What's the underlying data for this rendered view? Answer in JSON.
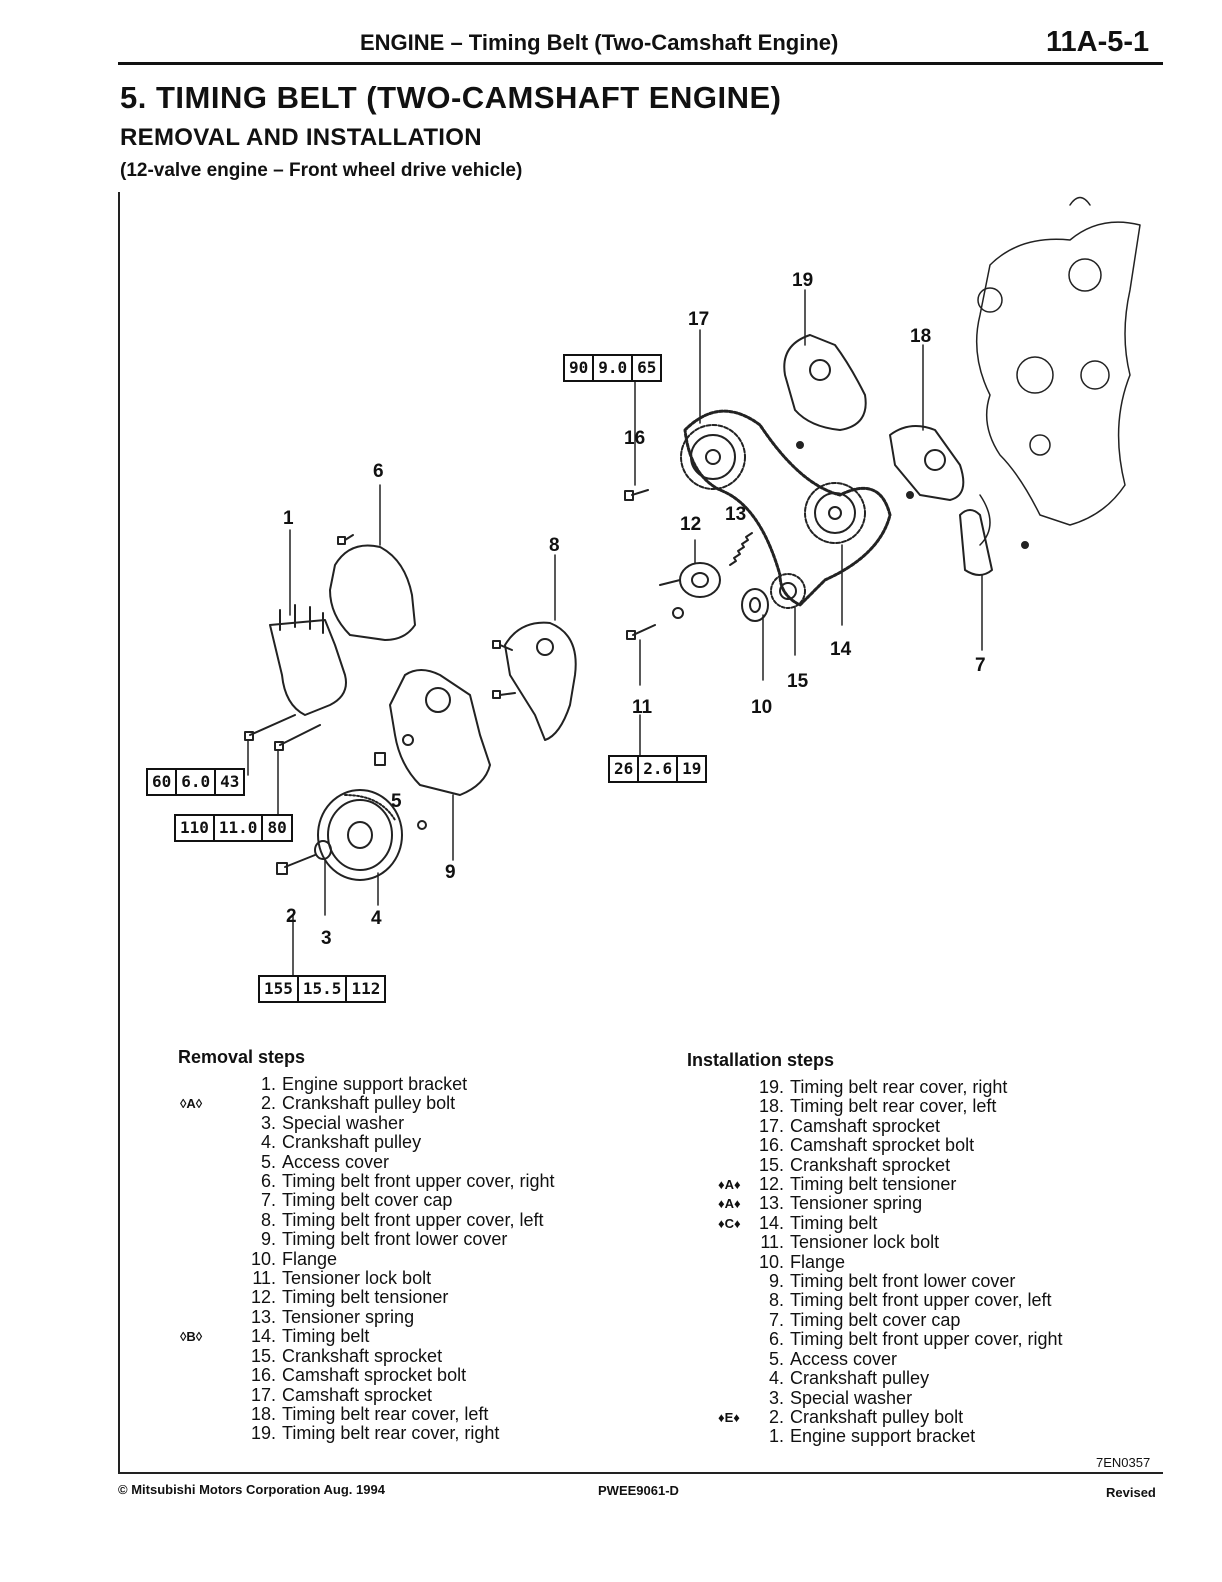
{
  "header": {
    "title": "ENGINE – Timing Belt (Two-Camshaft Engine)",
    "page_number": "11A-5-1"
  },
  "section": {
    "title": "5. TIMING BELT (TWO-CAMSHAFT ENGINE)",
    "subtitle": "REMOVAL AND INSTALLATION",
    "condition": "(12-valve engine – Front wheel drive vehicle)"
  },
  "diagram": {
    "callouts": [
      "1",
      "2",
      "3",
      "4",
      "5",
      "6",
      "7",
      "8",
      "9",
      "10",
      "11",
      "12",
      "13",
      "14",
      "15",
      "16",
      "17",
      "18",
      "19"
    ],
    "torque_specs": [
      {
        "nm": "90",
        "kgm": "9.0",
        "ftlbs": "65"
      },
      {
        "nm": "26",
        "kgm": "2.6",
        "ftlbs": "19"
      },
      {
        "nm": "60",
        "kgm": "6.0",
        "ftlbs": "43"
      },
      {
        "nm": "110",
        "kgm": "11.0",
        "ftlbs": "80"
      },
      {
        "nm": "155",
        "kgm": "15.5",
        "ftlbs": "112"
      }
    ],
    "figure_code": "7EN0357"
  },
  "removal": {
    "heading": "Removal steps",
    "steps": [
      {
        "mark": "",
        "num": "1.",
        "text": "Engine support bracket"
      },
      {
        "mark": "◊A◊",
        "num": "2.",
        "text": "Crankshaft pulley bolt"
      },
      {
        "mark": "",
        "num": "3.",
        "text": "Special washer"
      },
      {
        "mark": "",
        "num": "4.",
        "text": "Crankshaft pulley"
      },
      {
        "mark": "",
        "num": "5.",
        "text": "Access cover"
      },
      {
        "mark": "",
        "num": "6.",
        "text": "Timing belt front upper cover, right"
      },
      {
        "mark": "",
        "num": "7.",
        "text": "Timing belt cover cap"
      },
      {
        "mark": "",
        "num": "8.",
        "text": "Timing belt front upper cover, left"
      },
      {
        "mark": "",
        "num": "9.",
        "text": "Timing belt front lower cover"
      },
      {
        "mark": "",
        "num": "10.",
        "text": "Flange"
      },
      {
        "mark": "",
        "num": "11.",
        "text": "Tensioner lock bolt"
      },
      {
        "mark": "",
        "num": "12.",
        "text": "Timing belt tensioner"
      },
      {
        "mark": "",
        "num": "13.",
        "text": "Tensioner spring"
      },
      {
        "mark": "◊B◊",
        "num": "14.",
        "text": "Timing belt"
      },
      {
        "mark": "",
        "num": "15.",
        "text": "Crankshaft sprocket"
      },
      {
        "mark": "",
        "num": "16.",
        "text": "Camshaft sprocket bolt"
      },
      {
        "mark": "",
        "num": "17.",
        "text": "Camshaft sprocket"
      },
      {
        "mark": "",
        "num": "18.",
        "text": "Timing belt rear cover, left"
      },
      {
        "mark": "",
        "num": "19.",
        "text": "Timing belt rear cover, right"
      }
    ]
  },
  "installation": {
    "heading": "Installation steps",
    "steps": [
      {
        "mark": "",
        "num": "19.",
        "text": "Timing belt rear cover, right"
      },
      {
        "mark": "",
        "num": "18.",
        "text": "Timing belt rear cover, left"
      },
      {
        "mark": "",
        "num": "17.",
        "text": "Camshaft sprocket"
      },
      {
        "mark": "",
        "num": "16.",
        "text": "Camshaft sprocket bolt"
      },
      {
        "mark": "",
        "num": "15.",
        "text": "Crankshaft sprocket"
      },
      {
        "mark": "♦A♦",
        "num": "12.",
        "text": "Timing belt tensioner"
      },
      {
        "mark": "♦A♦",
        "num": "13.",
        "text": "Tensioner spring"
      },
      {
        "mark": "♦C♦",
        "num": "14.",
        "text": "Timing belt"
      },
      {
        "mark": "",
        "num": "11.",
        "text": "Tensioner lock bolt"
      },
      {
        "mark": "",
        "num": "10.",
        "text": "Flange"
      },
      {
        "mark": "",
        "num": "9.",
        "text": "Timing belt front lower cover"
      },
      {
        "mark": "",
        "num": "8.",
        "text": "Timing belt front upper cover, left"
      },
      {
        "mark": "",
        "num": "7.",
        "text": "Timing belt cover cap"
      },
      {
        "mark": "",
        "num": "6.",
        "text": "Timing belt front upper cover, right"
      },
      {
        "mark": "",
        "num": "5.",
        "text": "Access cover"
      },
      {
        "mark": "",
        "num": "4.",
        "text": "Crankshaft pulley"
      },
      {
        "mark": "",
        "num": "3.",
        "text": "Special washer"
      },
      {
        "mark": "♦E♦",
        "num": "2.",
        "text": "Crankshaft pulley bolt"
      },
      {
        "mark": "",
        "num": "1.",
        "text": "Engine support bracket"
      }
    ]
  },
  "footer": {
    "copyright": "© Mitsubishi Motors Corporation   Aug. 1994",
    "doc_code": "PWEE9061-D",
    "status": "Revised"
  }
}
